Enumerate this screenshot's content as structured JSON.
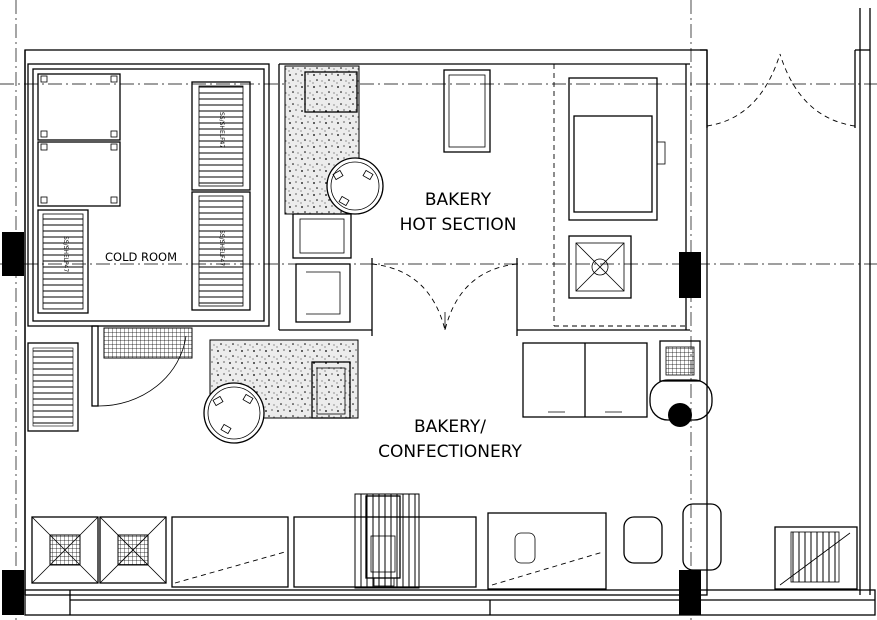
{
  "rooms": {
    "hot_section": {
      "line1": "BAKERY",
      "line2": "HOT SECTION"
    },
    "cold_room": {
      "label": "COLD ROOM"
    },
    "confectionery": {
      "line1": "BAKERY/",
      "line2": "CONFECTIONERY"
    }
  },
  "shelf_tags": {
    "left": "SS/SHELF47",
    "middle_top": "SS/SHELF47",
    "middle_bottom": "SS/SHELF47"
  },
  "colors": {
    "line": "#000000",
    "background": "#ffffff",
    "worktop_hatch": "#e8e8e8"
  }
}
